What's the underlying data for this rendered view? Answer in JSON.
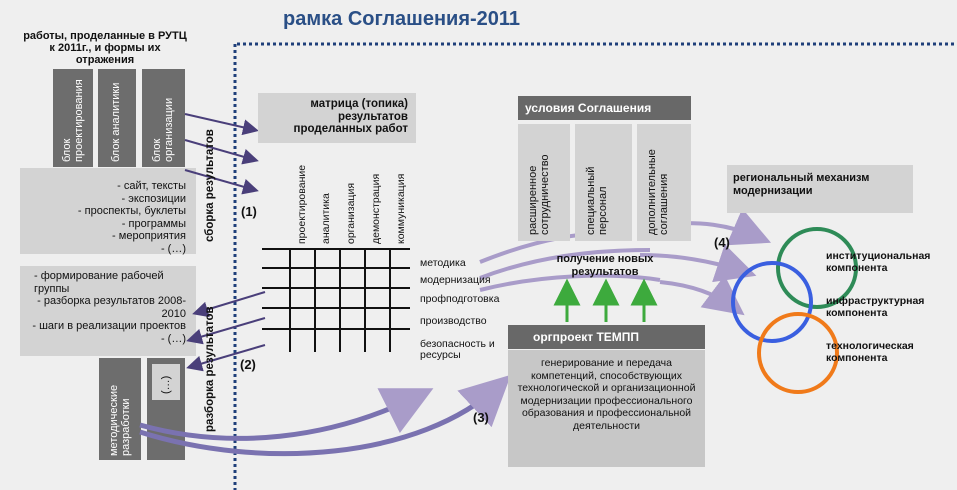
{
  "title": "рамка Соглашения-2011",
  "left_header": "работы, проделанные в РУТЦ к 2011г., и формы их отражения",
  "blocks": [
    "блок проектирования",
    "блок аналитики",
    "блок организации"
  ],
  "forms": [
    "- сайт, тексты",
    "- экспозиции",
    "- проспекты, буклеты",
    "- программы",
    "- мероприятия",
    "- (…)"
  ],
  "results_list": [
    "- формирование рабочей группы",
    "- разборка результатов 2008-2010",
    "- шаги в реализации проектов",
    "- (…)"
  ],
  "method_block": "методические разработки",
  "etc_block": "(…)",
  "collect_label": "сборка результатов",
  "parse_label": "разборка результатов",
  "matrix_title": "матрица (топика) результатов проделанных работ",
  "matrix_cols": [
    "проектирование",
    "аналитика",
    "организация",
    "демонстрация",
    "коммуникация"
  ],
  "matrix_rows": [
    "методика",
    "модернизация",
    "профподготовка",
    "производство",
    "безопасность и ресурсы"
  ],
  "num1": "(1)",
  "num2": "(2)",
  "num3": "(3)",
  "num4": "(4)",
  "conditions_title": "условия Соглашения",
  "conditions": [
    "расширенное сотрудничество",
    "специальный персонал",
    "дополнительные соглашения"
  ],
  "new_results": "получение новых результатов",
  "tempp_title": "оргпроект ТЕМПП",
  "tempp_text": "генерирование и передача компетенций, способствующих технологической и организационной модернизации профессионального образования и профессиональной деятельности",
  "regional": "региональный механизм модернизации",
  "components": [
    "институциональная компонента",
    "инфраструктурная компонента",
    "технологическая компонента"
  ],
  "colors": {
    "title": "#2a4f86",
    "dark": "#686868",
    "gray": "#d3d3d3",
    "arrow_dark": "#4a3f7a",
    "arrow_light": "#a99cc9",
    "green": "#2e8b57",
    "blue": "#3a5fe0",
    "orange": "#f07a1a",
    "up_arrow": "#3daa3d",
    "dotted": "#1f3f7a"
  }
}
